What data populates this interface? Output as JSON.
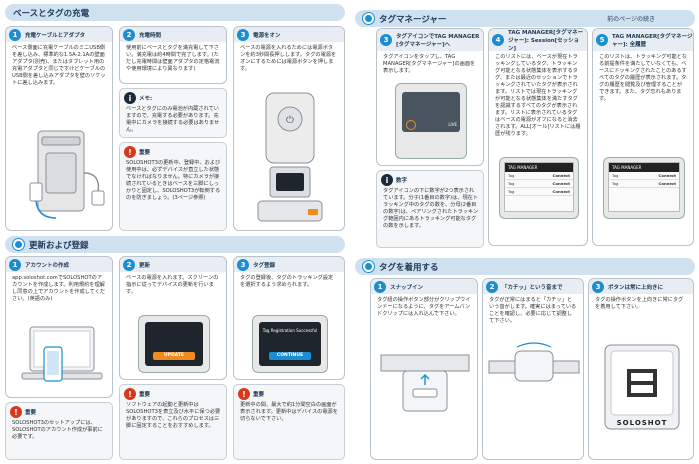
{
  "sections": {
    "charge": {
      "title": "ベースとタグの充電"
    },
    "update": {
      "title": "更新および登録"
    },
    "tagmanager": {
      "title": "タグマネージャー",
      "sub": "前のページの続き"
    },
    "attach": {
      "title": "タグを着用する"
    }
  },
  "charge": {
    "c1": {
      "num": "1",
      "title": "充電ケーブルとアダプタ",
      "text": "ベース側面に充電ケーブルのミニUSB側を差し込み、標準的な1.5A-2.1Aの壁面アダプタ(別売)、またはタブレット用の充電アダプタと同じですけどケーブルのUSB側を差し込みアダプタを壁のソケットに差し込みます。"
    },
    "c2": {
      "num": "2",
      "title": "充電時間",
      "text": "使用前にベースとタグを満充電して下さい。満充電は約4時間で完了します。(ただし充電時間は壁面アダプタの定格電流や使用環境により異なります)"
    },
    "c3": {
      "num": "3",
      "title": "電源をオン",
      "text": "ベースの電源を入れるためには電源ボタンを約3秒間長押しします。タグの電源をオンにするためには電源ボタンを押します。"
    },
    "memo": {
      "icon": "i",
      "title": "メモ:",
      "text": "ベースとタグにのみ電池が内蔵されていますので、充電する必要があります。充電中にカメラを接続する必要はありません。"
    },
    "important": {
      "icon": "!",
      "title": "重要",
      "text": "SOLOSHOT3の更新中、登録中、および使用中は、必ずデバイスが直立した状態でなければなりません。特にカメラが接続されているときはベースを三脚にしっかりと固定し、SOLOSHOT3が転倒するのを防ぎましょう。(3ページ参照)"
    }
  },
  "update": {
    "u1": {
      "num": "1",
      "title": "アカウントの作成",
      "text": "app.soloshot.comでSOLOSHOTのアカウントを作成します。利用規約を理解し同意の上でアカウントを作成してください。(英語のみ)"
    },
    "u2": {
      "num": "2",
      "title": "更新",
      "text": "ベースの電源を入れます。スクリーンの指示に従ってデバイスの更新を行います。"
    },
    "u3": {
      "num": "3",
      "title": "タグ登録",
      "text": "タグの登録後、タグのトラッキング設定を選択するよう求められます。"
    },
    "scr2_btn": "UPDATE",
    "scr3_title": "Tag Registration Successful",
    "scr3_btn": "CONTINUE",
    "i1": {
      "icon": "!",
      "title": "重要",
      "text": "SOLOSHOT3のセットアップには、SOLOSHOTのアカウント作成が事前に必要です。"
    },
    "i2": {
      "icon": "!",
      "title": "重要",
      "text": "ソフトウェアの起動と更新中はSOLOSHOT3を表立及び水平に保つ必要がありますので、これらのプロセスは三脚に固定することをおすすめします。"
    },
    "i3": {
      "icon": "!",
      "title": "重要",
      "text": "更新中の間、最大で約1分間空白の画面が表示されます。更新中はデバイスの電源を切らないで下さい。"
    }
  },
  "tagmanager": {
    "t3": {
      "num": "3",
      "title": "タグアイコンでTAG MANAGER [タグマネージャー]へ",
      "text": "タグアイコンをタップし、TAG MANAGER[タグマネージャー]の画面を表示します。"
    },
    "t4": {
      "num": "4",
      "title": "TAG MANAGER[タグマネージャー]: Session[セッション]",
      "text": "このリストには、ベースが現在トラッキングしているタグ、トラッキング可能となる状態集体を表示するタグ、または最近のセッションでトラッキングされていたタグが表示されます。リストでは現在トラッキングが可能となる状態集体を満たすタグを認識するすべてのタグが表示されます。リストに表示されているタグはベースの電源がオフになると消去されます。ALL[オール]リストには履歴が残ります。"
    },
    "t5": {
      "num": "5",
      "title": "TAG MANAGER[タグマネージャー]: 全履歴",
      "text": "このリストは、トラッキング可能となる前提条件を満たしていなくても、ベースにドッキングされたことのあるすべてのタグの履歴が表示されます。タグの履歴を閲覧及び管理することができます。また、タグ忘れもあります。"
    },
    "number_note": {
      "icon": "i",
      "title": "数字",
      "text": "タグアイコンの下に数字が2つ表示されています。分子(1番目の数字)は、現在トラッキング中のタグの数を、分母(2番目の数字)は、ペアリングされたトラッキング範囲内にあるトラッキング可能なタグの数を示します。"
    },
    "screen_title": "TAG MANAGER",
    "screen_live": "LIVE",
    "rows": [
      {
        "name": "Tag",
        "state": "Connect"
      },
      {
        "name": "Tag",
        "state": "Connect"
      },
      {
        "name": "Tag",
        "state": "Connect"
      }
    ]
  },
  "attach": {
    "a1": {
      "num": "1",
      "title": "スナップイン",
      "text": "タグ紐の操作ボタン部分がクリップウインドーになるように、タグをアームバンドクリップには入れ込んで下さい。"
    },
    "a2": {
      "num": "2",
      "title": "「カチッ」という音まで",
      "text": "タグが正常にはまると「カチッ」という音がします。確実にはまっていることを確認し、必要に応じて調整して下さい。"
    },
    "a3": {
      "num": "3",
      "title": "ボタンは常に上向きに",
      "text": "タグの操作ボタンを上向きに常にタグを着用して下さい。"
    },
    "brand": "SOLOSHOT"
  }
}
